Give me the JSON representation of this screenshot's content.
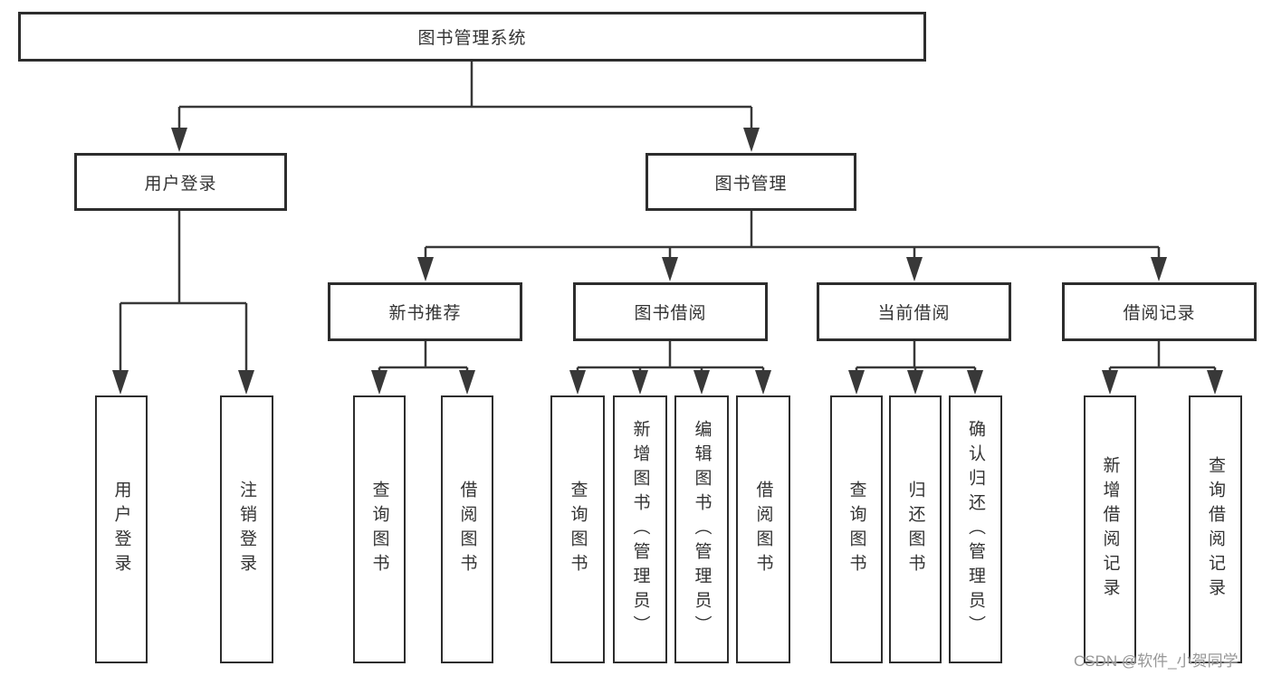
{
  "tree": {
    "root": "图书管理系统",
    "level2": [
      "用户登录",
      "图书管理"
    ],
    "login_children": [
      "用户登录",
      "注销登录"
    ],
    "level3": [
      "新书推荐",
      "图书借阅",
      "当前借阅",
      "借阅记录"
    ],
    "recommend_children": [
      "查询图书",
      "借阅图书"
    ],
    "borrow_children": [
      "查询图书",
      "新增图书（管理员）",
      "编辑图书（管理员）",
      "借阅图书"
    ],
    "current_children": [
      "查询图书",
      "归还图书",
      "确认归还（管理员）"
    ],
    "record_children": [
      "新增借阅记录",
      "查询借阅记录"
    ]
  },
  "watermark": "CSDN @软件_小贺同学",
  "colors": {
    "line": "#383838",
    "border": "#2d2d2d",
    "text": "#333333",
    "watermark": "#979797"
  }
}
